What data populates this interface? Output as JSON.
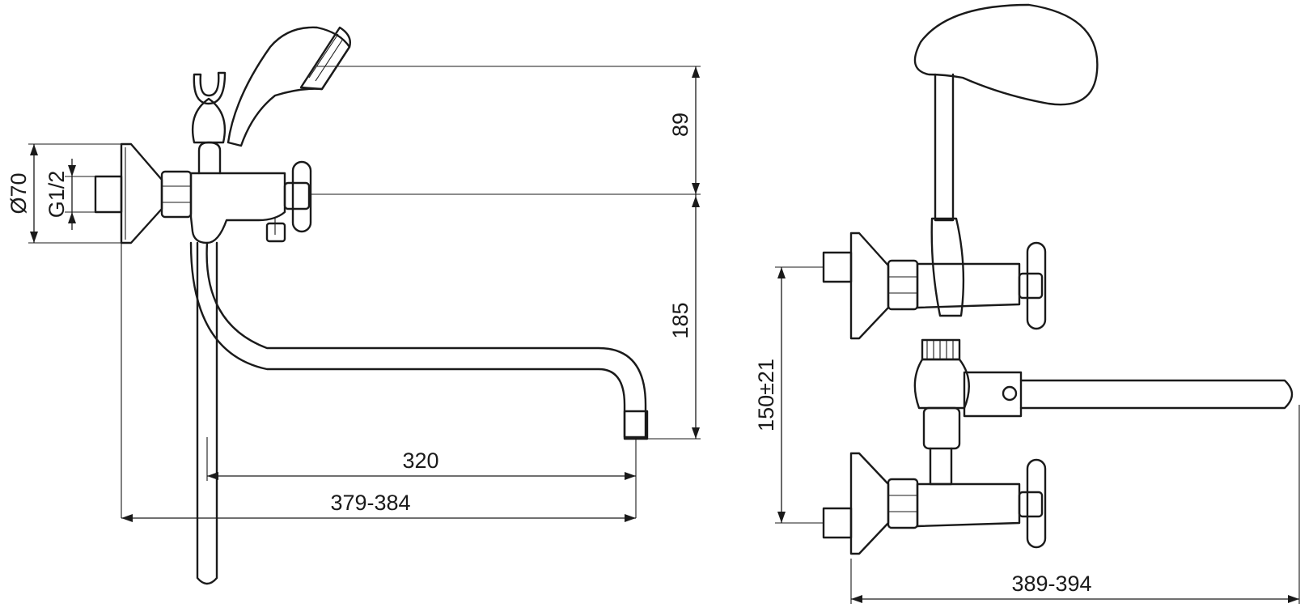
{
  "dimensions": {
    "front": {
      "flange_diameter": "Ø70",
      "thread": "G1/2",
      "shower_height": "89",
      "spout_drop": "185",
      "spout_reach": "320",
      "overall_reach": "379-384"
    },
    "top": {
      "inlet_spacing": "150±21",
      "overall_width": "389-394"
    }
  }
}
